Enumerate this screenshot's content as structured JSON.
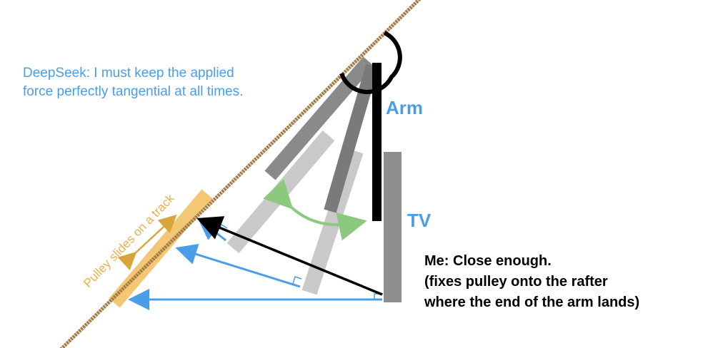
{
  "caption_deepseek": [
    "DeepSeek: I must keep the applied",
    "force perfectly tangential at all times."
  ],
  "label_arm": "Arm",
  "label_tv": "TV",
  "label_pulley": "Pulley slides on a track",
  "caption_me": [
    "Me: Close enough.",
    "(fixes pulley onto the rafter",
    "where the end of the arm lands)"
  ],
  "colors": {
    "blue": "#4a9ee6",
    "green": "#8cc97e",
    "pulley": "#f3c773",
    "rafter": "#a57c47"
  }
}
